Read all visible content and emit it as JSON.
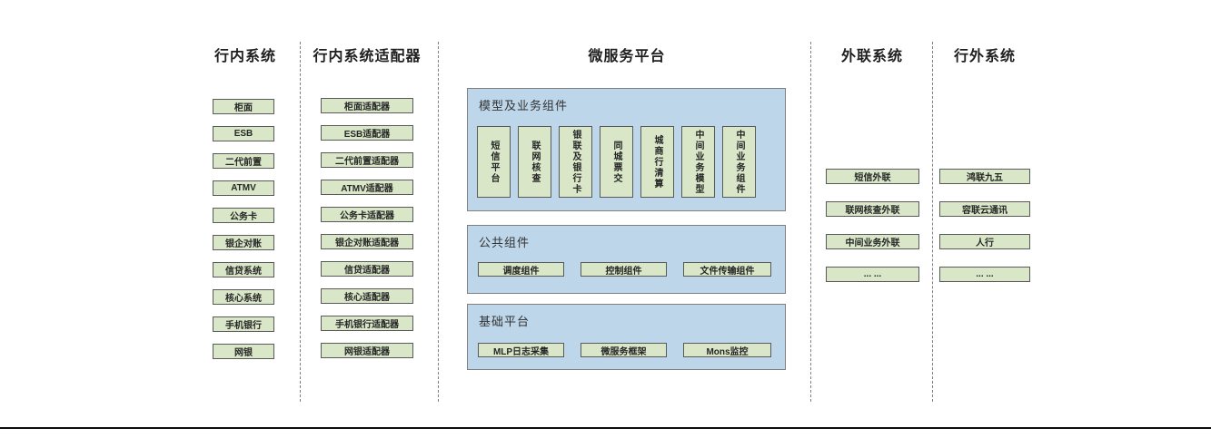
{
  "diagram": {
    "inbank": {
      "header": "行内系统",
      "items": [
        "柜面",
        "ESB",
        "二代前置",
        "ATMV",
        "公务卡",
        "银企对账",
        "信贷系统",
        "核心系统",
        "手机银行",
        "网银"
      ]
    },
    "adapters": {
      "header": "行内系统适配器",
      "items": [
        "柜面适配器",
        "ESB适配器",
        "二代前置适配器",
        "ATMV适配器",
        "公务卡适配器",
        "银企对账适配器",
        "信贷适配器",
        "核心适配器",
        "手机银行适配器",
        "网银适配器"
      ]
    },
    "platform": {
      "header": "微服务平台",
      "model_group": {
        "title": "模型及业务组件",
        "items": [
          "短信平台",
          "联网核查",
          "银联及银行卡",
          "同城票交",
          "城商行清算",
          "中间业务模型",
          "中间业务组件"
        ]
      },
      "common_group": {
        "title": "公共组件",
        "items": [
          "调度组件",
          "控制组件",
          "文件传输组件"
        ]
      },
      "base_group": {
        "title": "基础平台",
        "items": [
          "MLP日志采集",
          "微服务框架",
          "Mons监控"
        ]
      }
    },
    "external": {
      "header": "外联系统",
      "items": [
        "短信外联",
        "联网核查外联",
        "中间业务外联",
        "... ..."
      ]
    },
    "outbank": {
      "header": "行外系统",
      "items": [
        "鸿联九五",
        "容联云通讯",
        "人行",
        "... ..."
      ]
    }
  },
  "colors": {
    "box_fill": "#d9e7c8",
    "box_border": "#595959",
    "panel_fill": "#bdd6ea",
    "panel_border": "#7f7f7f",
    "separator": "#7f7f7f",
    "baseline": "#0d0d0d"
  }
}
